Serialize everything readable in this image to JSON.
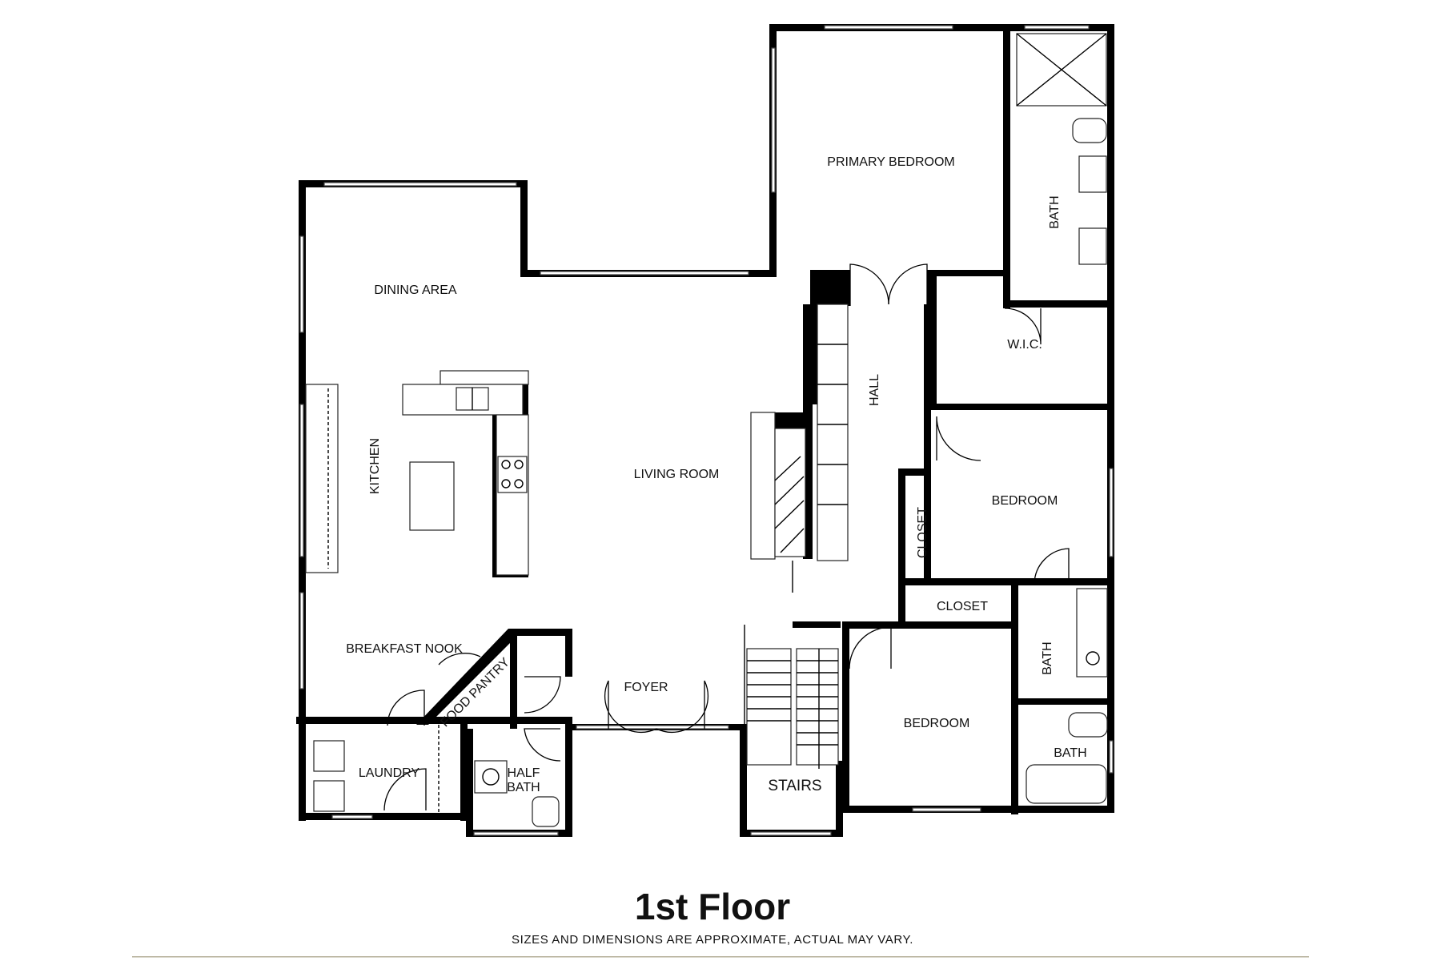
{
  "rooms": {
    "primary_bedroom": "PRIMARY BEDROOM",
    "primary_bath": "BATH",
    "dining_area": "DINING AREA",
    "kitchen": "KITCHEN",
    "living_room": "LIVING ROOM",
    "hall": "HALL",
    "wic": "W.I.C.",
    "bedroom_2": "BEDROOM",
    "closet_2": "CLOSET",
    "closet_3": "CLOSET",
    "bath_2": "BATH",
    "bedroom_3": "BEDROOM",
    "bath_3": "BATH",
    "breakfast_nook": "BREAKFAST NOOK",
    "food_pantry": "FOOD PANTRY",
    "foyer": "FOYER",
    "laundry": "LAUNDRY",
    "half_bath_line1": "HALF",
    "half_bath_line2": "BATH",
    "stairs": "STAIRS"
  },
  "footer": {
    "title": "1st Floor",
    "disclaimer": "SIZES AND DIMENSIONS ARE APPROXIMATE, ACTUAL MAY VARY."
  }
}
